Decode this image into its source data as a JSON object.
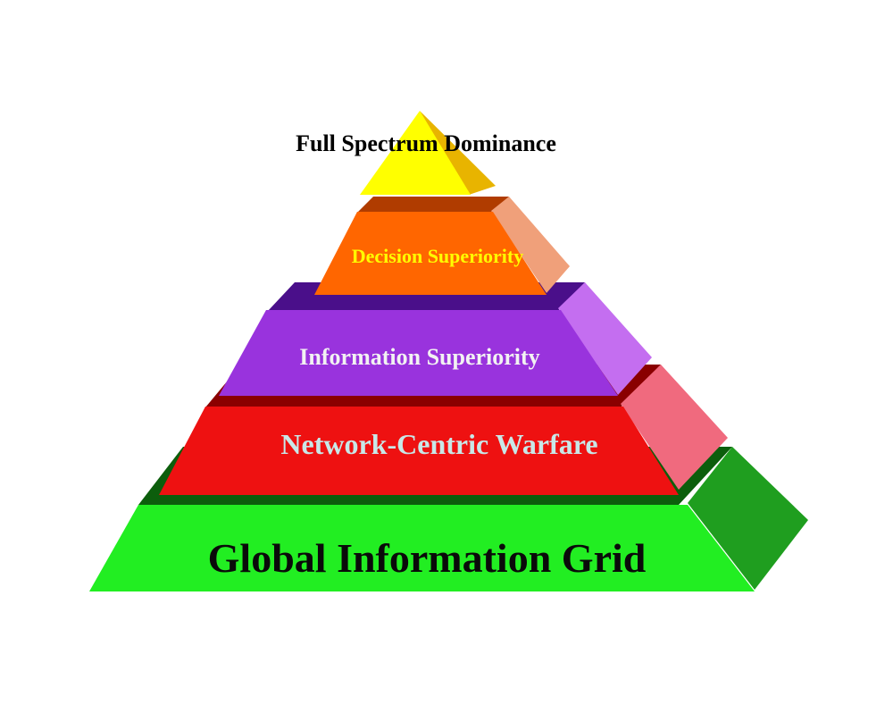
{
  "diagram": {
    "type": "pyramid",
    "tiers": [
      {
        "id": "tier-full-spectrum-dominance",
        "label": "Full Spectrum Dominance",
        "front_color": "#ffff00",
        "side_color": "#e8b400",
        "top_color": "#ffff00",
        "text_color": "#000000"
      },
      {
        "id": "tier-decision-superiority",
        "label": "Decision Superiority",
        "front_color": "#ff6600",
        "side_color": "#f0a07a",
        "top_color": "#b03c00",
        "text_color": "#ffff00"
      },
      {
        "id": "tier-information-superiority",
        "label": "Information Superiority",
        "front_color": "#9933dd",
        "side_color": "#c46ef0",
        "top_color": "#4a0f8a",
        "text_color": "#f2f2f2"
      },
      {
        "id": "tier-network-centric-warfare",
        "label": "Network-Centric Warfare",
        "front_color": "#ee1111",
        "side_color": "#f06a7e",
        "top_color": "#8a0000",
        "text_color": "#c8e8e8"
      },
      {
        "id": "tier-global-information-grid",
        "label": "Global Information Grid",
        "front_color": "#22ee22",
        "side_color": "#1f9e1f",
        "top_color": "#0c5e0c",
        "text_color": "#0a0a0a"
      }
    ]
  }
}
